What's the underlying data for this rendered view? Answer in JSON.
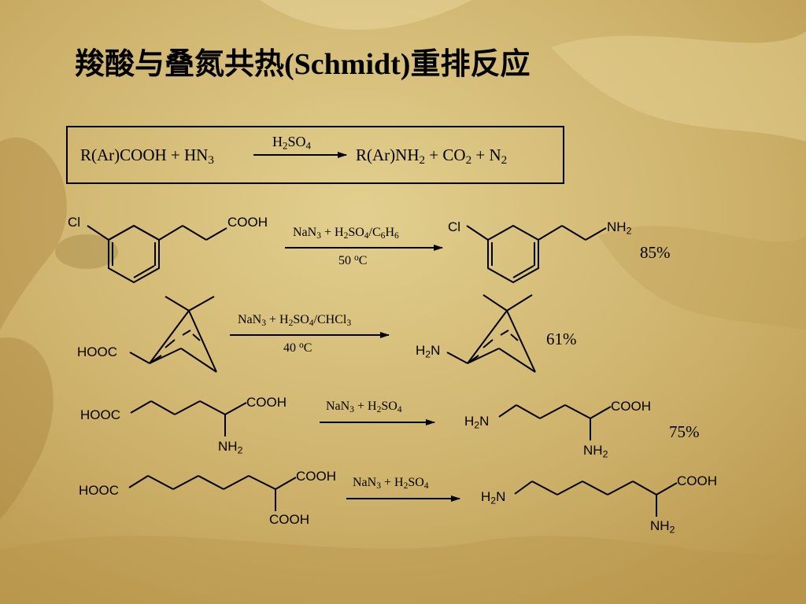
{
  "title": "羧酸与叠氮共热(Schmidt)重排反应",
  "general_equation": {
    "reactants": [
      "R(Ar)COOH",
      "+",
      "HN",
      "3"
    ],
    "catalyst": [
      "H",
      "2",
      "SO",
      "4"
    ],
    "products": [
      "R(Ar)NH",
      "2",
      "+ CO",
      "2",
      "+ N",
      "2"
    ]
  },
  "reactions": [
    {
      "reactant_labels": [
        "Cl",
        "COOH"
      ],
      "conditions_top": [
        "NaN",
        "3",
        " + H",
        "2",
        "SO",
        "4",
        "/C",
        "6",
        "H",
        "6"
      ],
      "conditions_bottom": [
        "50 ",
        "o",
        "C"
      ],
      "product_labels": [
        "Cl",
        "NH",
        "2"
      ],
      "yield": "85%"
    },
    {
      "reactant_labels": [
        "HOOC"
      ],
      "conditions_top": [
        "NaN",
        "3",
        " + H",
        "2",
        "SO",
        "4",
        "/CHCl",
        "3"
      ],
      "conditions_bottom": [
        "40 ",
        "o",
        "C"
      ],
      "product_labels": [
        "H",
        "2",
        "N"
      ],
      "yield": "61%"
    },
    {
      "reactant_labels": [
        "HOOC",
        "COOH",
        "NH",
        "2"
      ],
      "conditions_top": [
        "NaN",
        "3",
        " + H",
        "2",
        "SO",
        "4"
      ],
      "product_labels": [
        "H",
        "2",
        "N",
        "COOH",
        "NH",
        "2"
      ],
      "yield": "75%"
    },
    {
      "reactant_labels": [
        "HOOC",
        "COOH",
        "COOH"
      ],
      "conditions_top": [
        "NaN",
        "3",
        " + H",
        "2",
        "SO",
        "4"
      ],
      "product_labels": [
        "H",
        "2",
        "N",
        "COOH",
        "NH",
        "2"
      ]
    }
  ],
  "colors": {
    "background": "#c9ad62",
    "ink": "#000000"
  }
}
